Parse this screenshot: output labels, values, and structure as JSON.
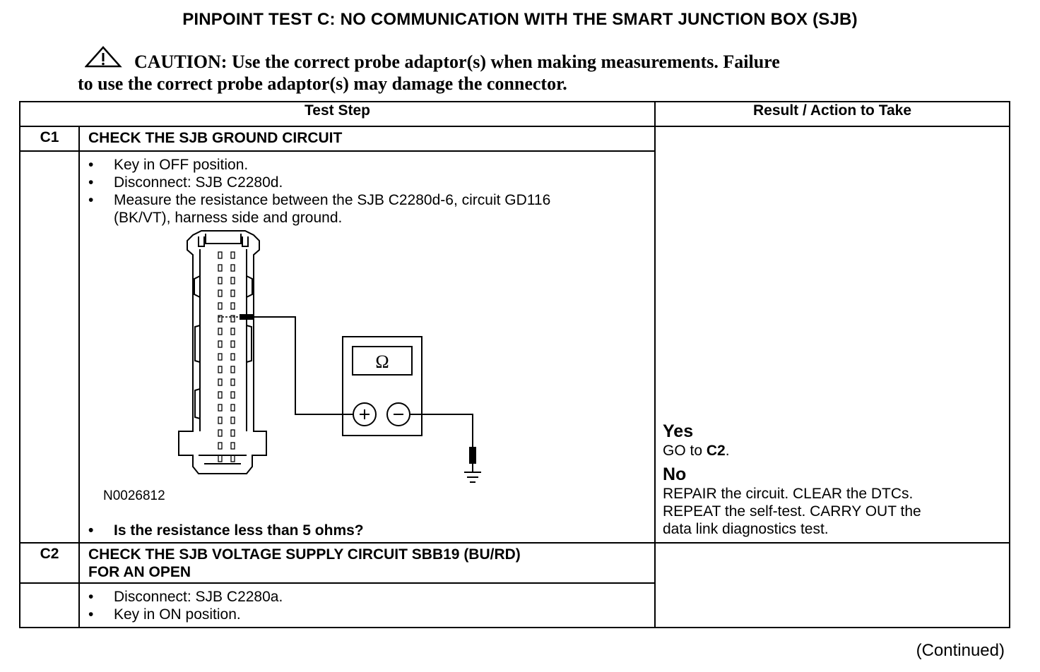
{
  "title": "PINPOINT TEST  C: NO COMMUNICATION WITH THE SMART JUNCTION BOX (SJB)",
  "caution": {
    "label": "CAUTION:",
    "line1": "Use the correct probe adaptor(s) when making measurements. Failure",
    "line2": "to use the correct probe adaptor(s) may damage the connector."
  },
  "table": {
    "headers": [
      "Test Step",
      "Result / Action to Take"
    ],
    "steps": [
      {
        "id": "C1",
        "heading": "CHECK THE SJB GROUND CIRCUIT",
        "bullets": [
          "Key in OFF position.",
          "Disconnect: SJB C2280d.",
          "Measure the resistance between the SJB C2280d-6, circuit GD116 (BK/VT), harness side and ground."
        ],
        "figure_id": "N0026812",
        "meter_symbol": "Ω",
        "question": "Is the resistance less than 5 ohms?",
        "result": {
          "yes_label": "Yes",
          "yes_text": "GO to",
          "yes_target": "C2",
          "no_label": "No",
          "no_text_1": "REPAIR the circuit. CLEAR the DTCs.",
          "no_text_2": "REPEAT the self-test. CARRY OUT the",
          "no_text_3": "data link diagnostics test."
        }
      },
      {
        "id": "C2",
        "heading_line1": "CHECK THE SJB VOLTAGE SUPPLY CIRCUIT SBB19 (BU/RD)",
        "heading_line2": "FOR AN OPEN",
        "bullets": [
          "Disconnect: SJB C2280a.",
          "Key in ON position."
        ]
      }
    ]
  },
  "continued": "(Continued)"
}
